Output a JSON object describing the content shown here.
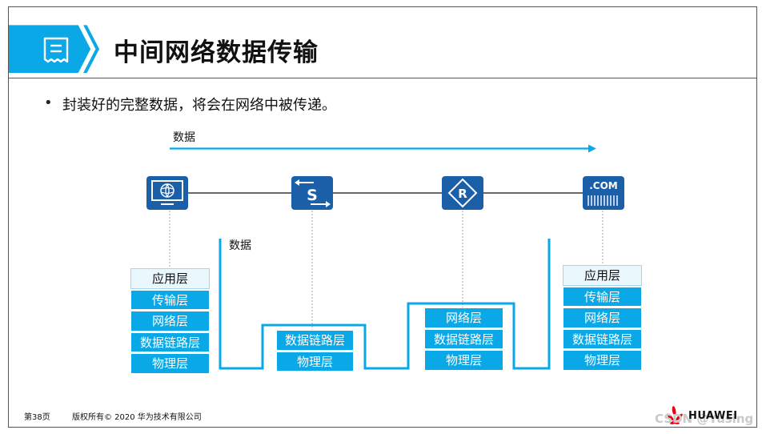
{
  "title": "中间网络数据传输",
  "bullet": "封装好的完整数据，将会在网络中被传递。",
  "flow_label": "数据",
  "path_label": "数据",
  "devices": {
    "server_text": ".COM"
  },
  "stacks": {
    "source": [
      "应用层",
      "传输层",
      "网络层",
      "数据链路层",
      "物理层"
    ],
    "switch": [
      "数据链路层",
      "物理层"
    ],
    "router": [
      "网络层",
      "数据链路层",
      "物理层"
    ],
    "destination": [
      "应用层",
      "传输层",
      "网络层",
      "数据链路层",
      "物理层"
    ]
  },
  "footer": {
    "page": "第38页",
    "copyright": "版权所有© 2020 华为技术有限公司",
    "brand": "HUAWEI",
    "watermark": "CSDN @Yusing"
  },
  "colors": {
    "accent": "#0aa8e6",
    "device": "#1a5fa8",
    "light_layer": "#eaf7fd"
  }
}
